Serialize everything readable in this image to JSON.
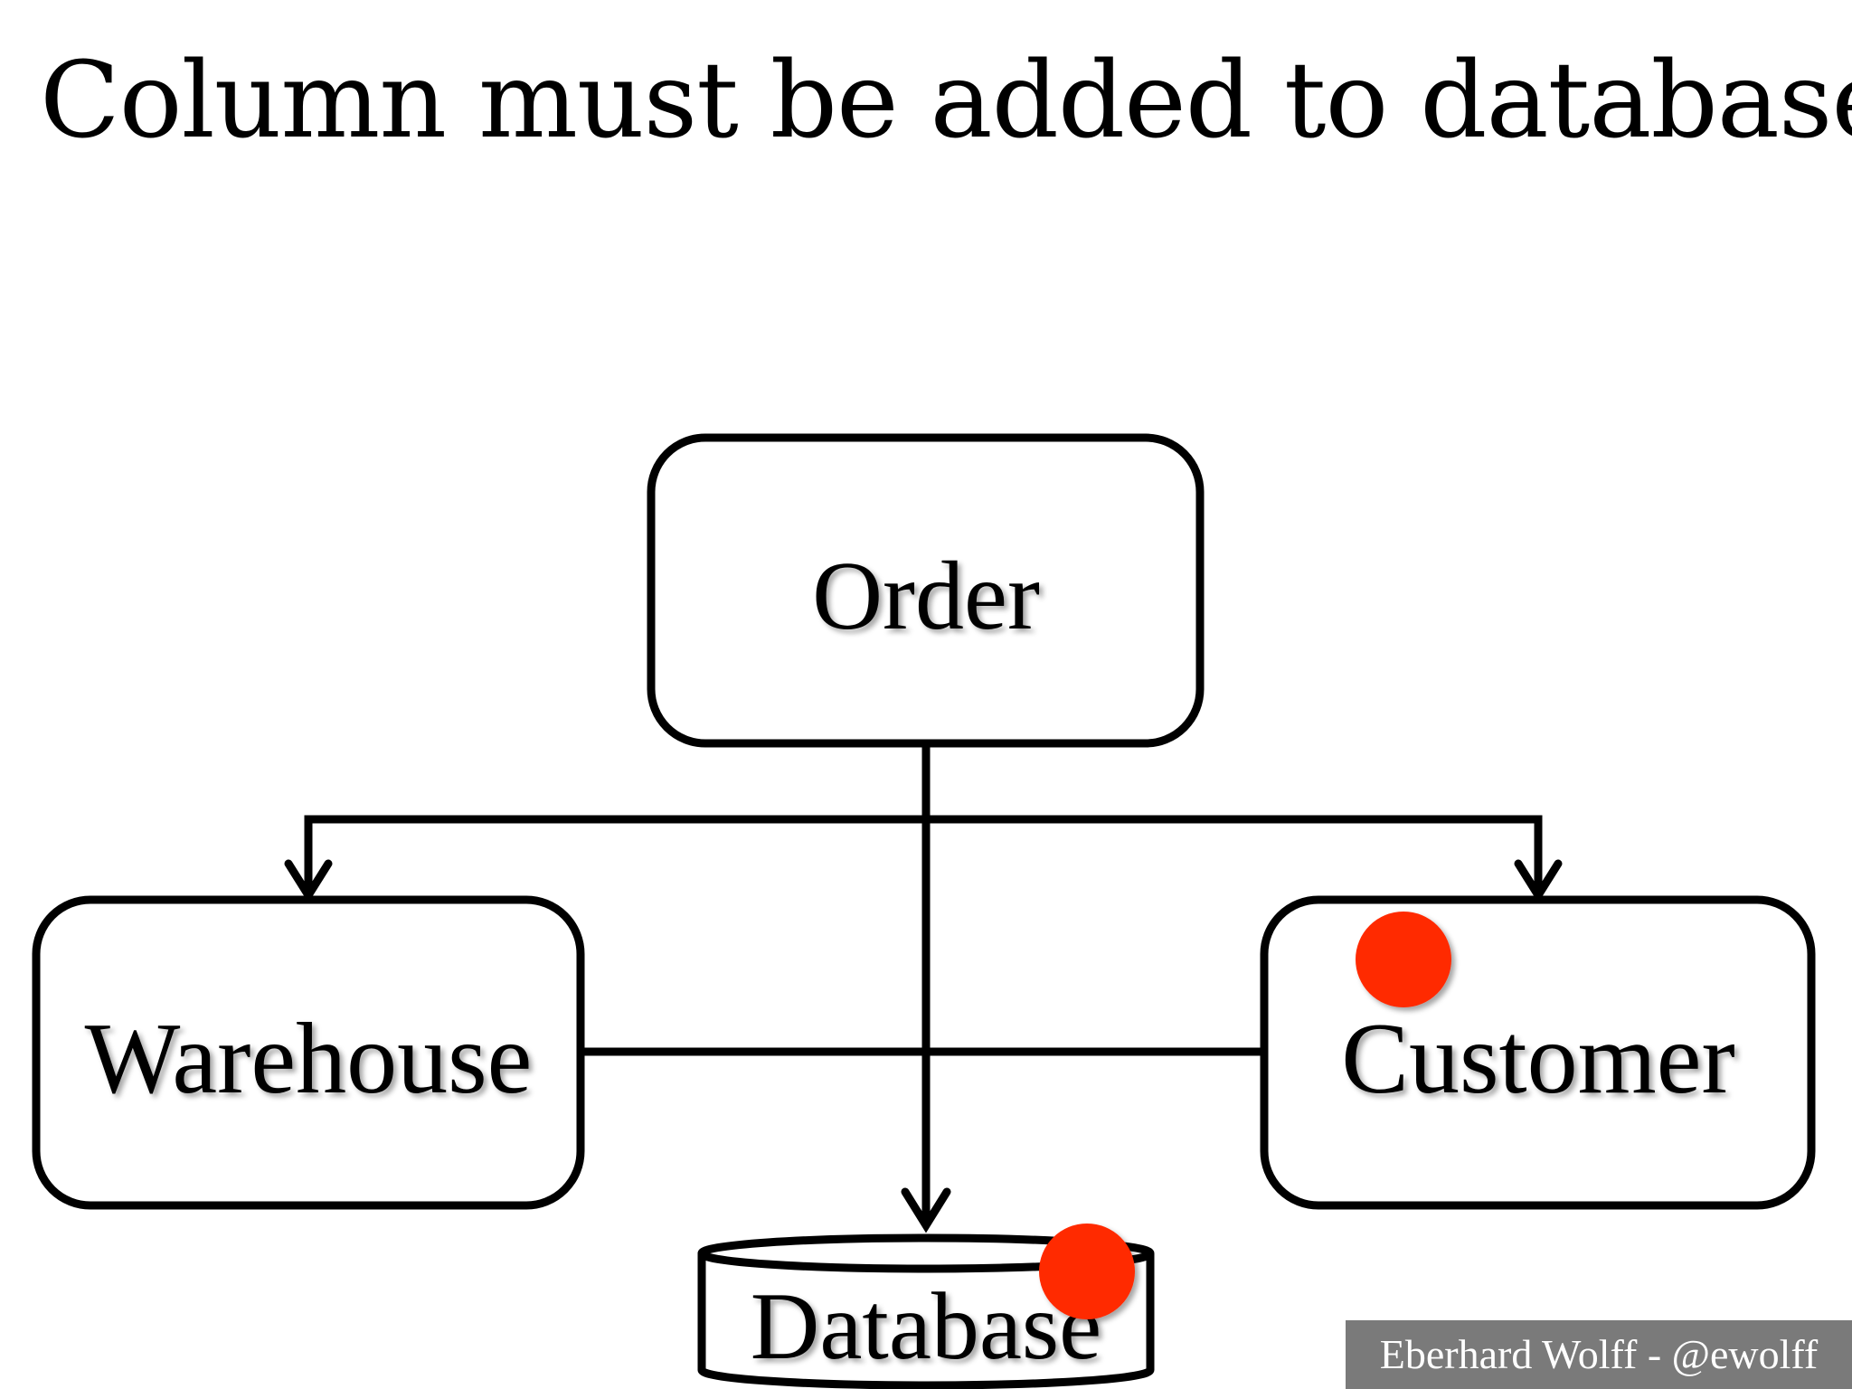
{
  "slide": {
    "title": "Column must be added to database",
    "footer": "Eberhard Wolff - @ewolff"
  },
  "diagram": {
    "nodes": {
      "order": "Order",
      "warehouse": "Warehouse",
      "customer": "Customer",
      "database": "Database"
    },
    "colors": {
      "stroke": "#000000",
      "marker": "#ff2a00",
      "footer_background": "#7a7a7a"
    }
  }
}
